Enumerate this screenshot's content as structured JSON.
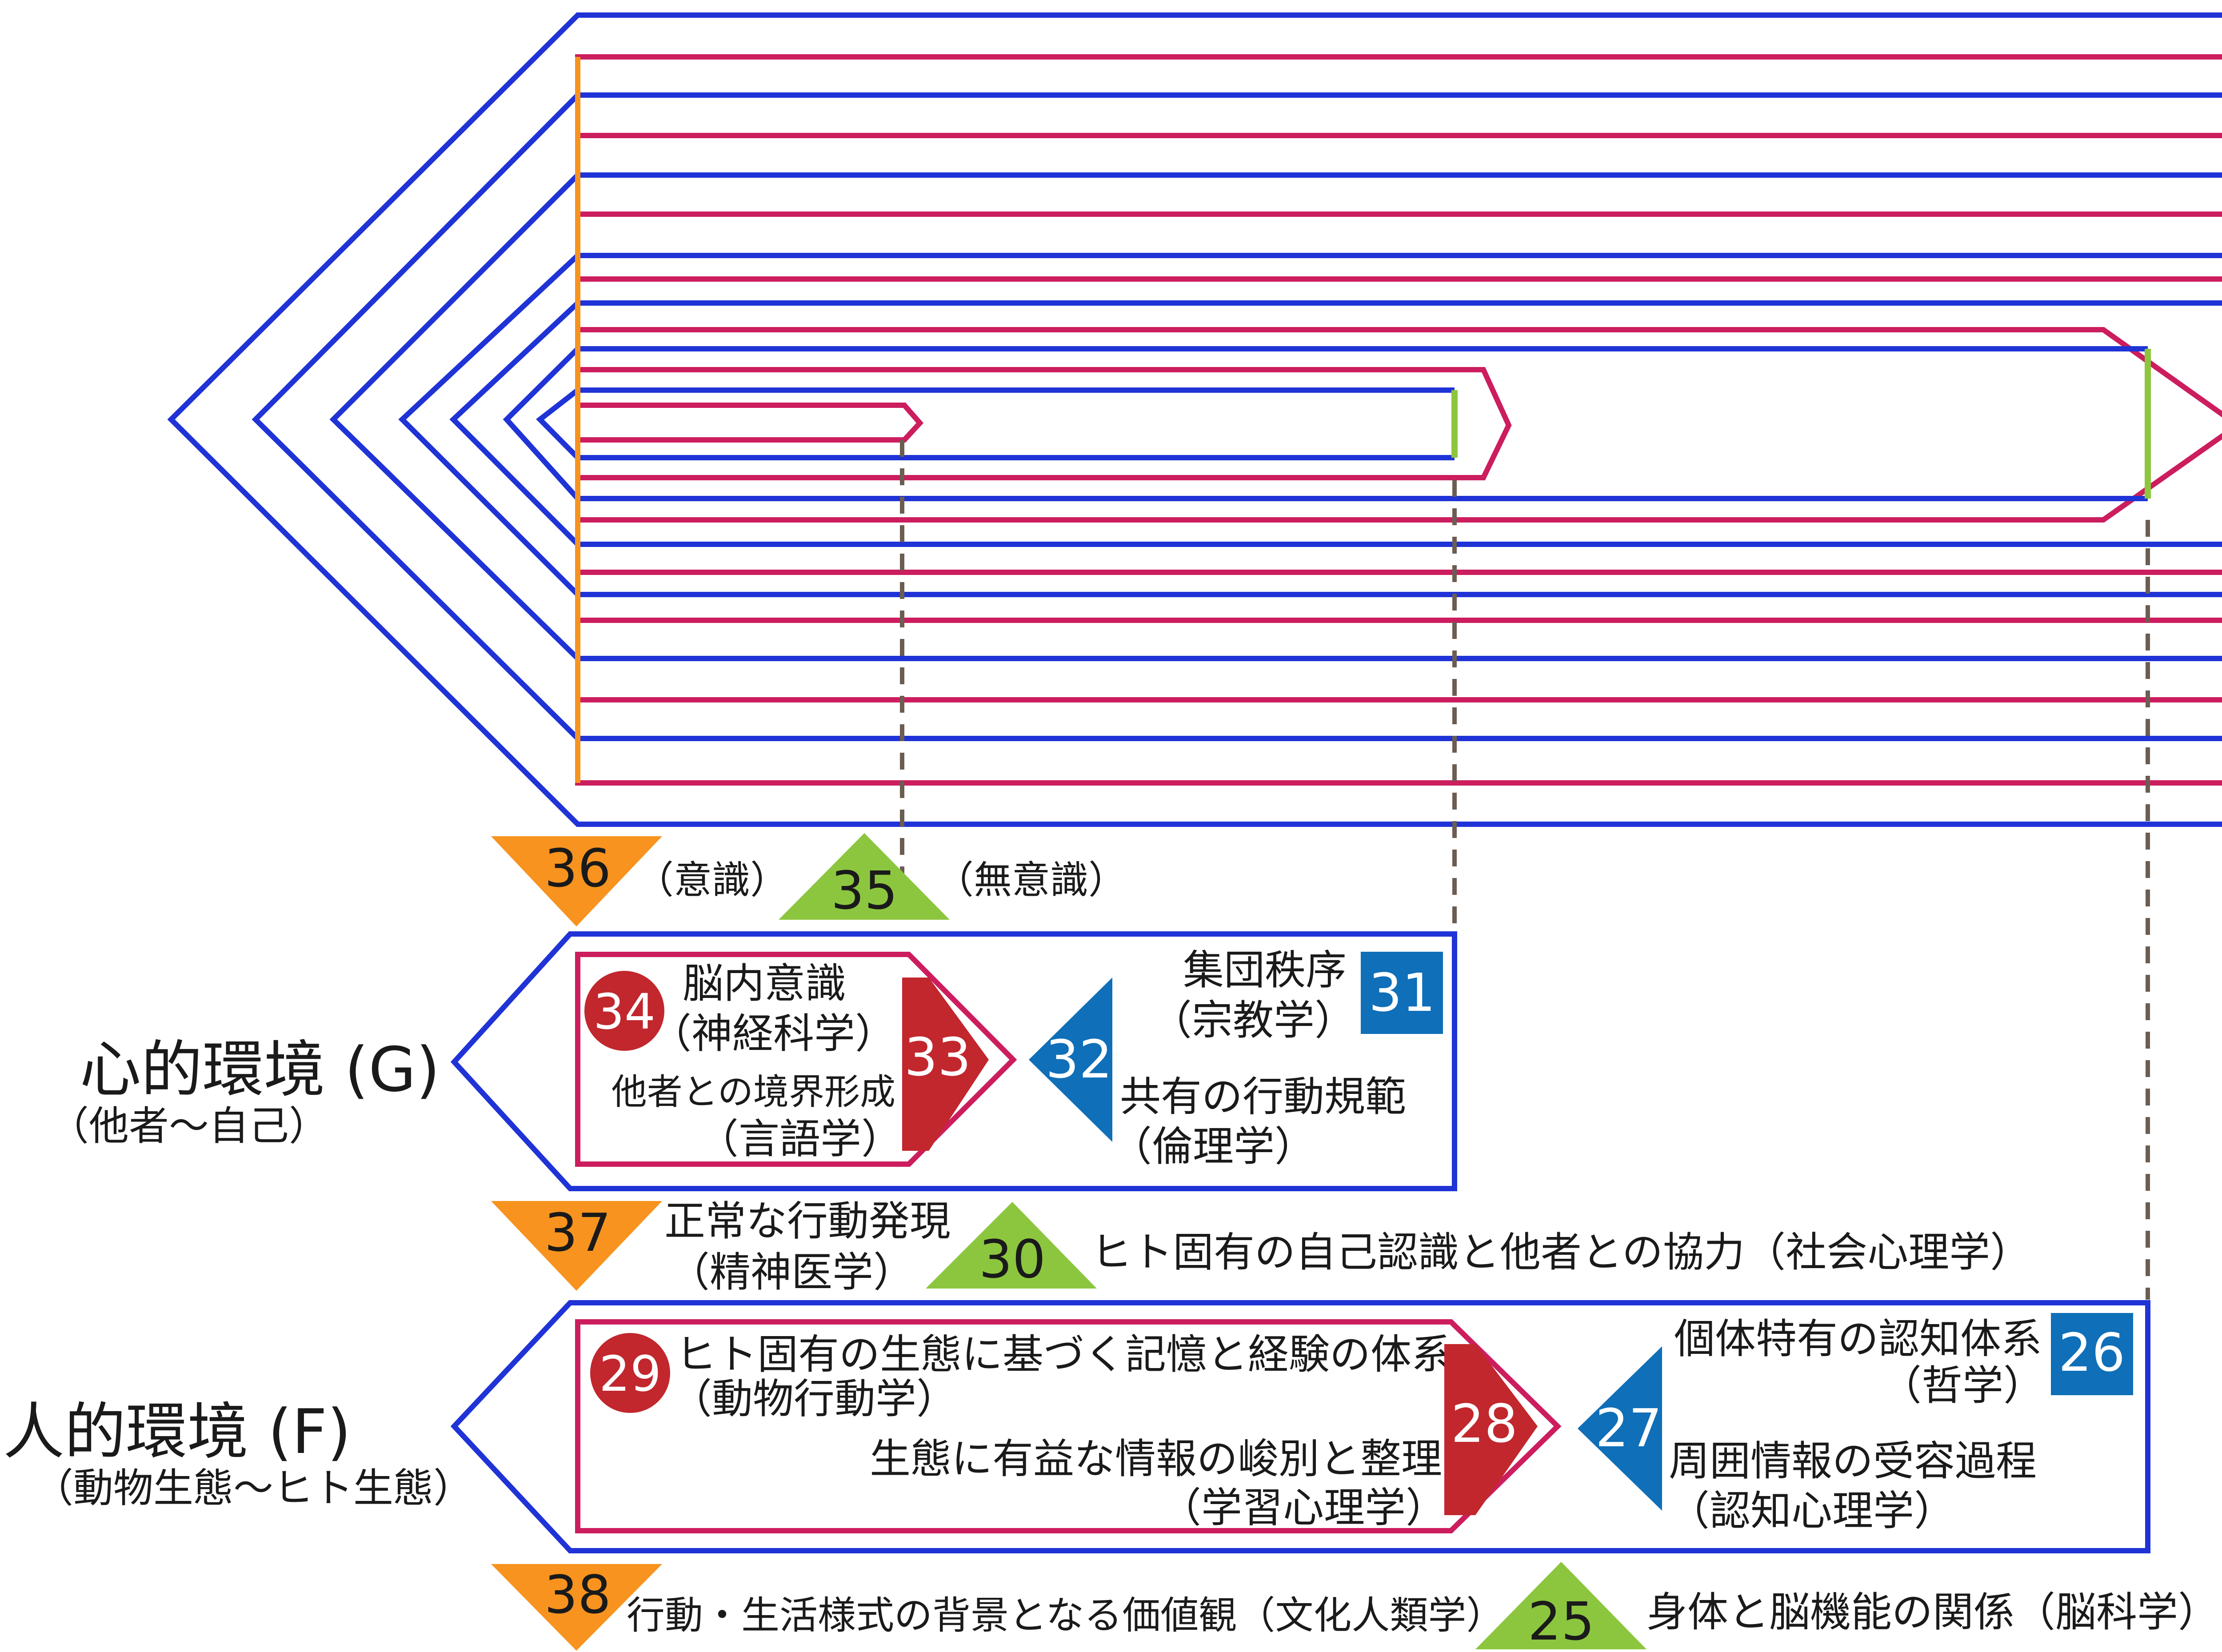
{
  "colors": {
    "blue": "#1f33d6",
    "crimson": "#cc1d5e",
    "orange": "#f7931e",
    "green": "#8cc63f",
    "dark_red": "#c1272d",
    "steel_blue": "#0f6fb8",
    "dash": "#6b5d52"
  },
  "markers": {
    "m36": {
      "number": "36",
      "label": "（意識）"
    },
    "m35": {
      "number": "35",
      "label": "（無意識）"
    },
    "m37": {
      "number": "37",
      "label_line1": "正常な行動発現",
      "label_line2": "（精神医学）"
    },
    "m30": {
      "number": "30",
      "label": "ヒト固有の自己認識と他者との協力（社会心理学）"
    },
    "m38": {
      "number": "38",
      "label": "行動・生活様式の背景となる価値観（文化人類学）"
    },
    "m25": {
      "number": "25",
      "label": "身体と脳機能の関係（脳科学）"
    }
  },
  "g_section": {
    "title": "心的環境 (G)",
    "subtitle": "（他者〜自己）",
    "n34": "34",
    "t34_line1": "脳内意識",
    "t34_line2": "（神経科学）",
    "t33_line1": "他者との境界形成",
    "t33_line2": "（言語学）",
    "n33": "33",
    "n32": "32",
    "t31_line1": "集団秩序",
    "t31_line2": "（宗教学）",
    "n31": "31",
    "t32_line1": "共有の行動規範",
    "t32_line2": "（倫理学）"
  },
  "f_section": {
    "title": "人的環境 (F)",
    "subtitle": "（動物生態〜ヒト生態）",
    "n29": "29",
    "t29_line1": "ヒト固有の生態に基づく記憶と経験の体系",
    "t29_line2": "（動物行動学）",
    "t28_line1": "生態に有益な情報の峻別と整理",
    "t28_line2": "（学習心理学）",
    "n28": "28",
    "n27": "27",
    "t26_line1": "個体特有の認知体系",
    "t26_line2": "（哲学）",
    "n26": "26",
    "t27_line1": "周囲情報の受容過程",
    "t27_line2": "（認知心理学）"
  }
}
